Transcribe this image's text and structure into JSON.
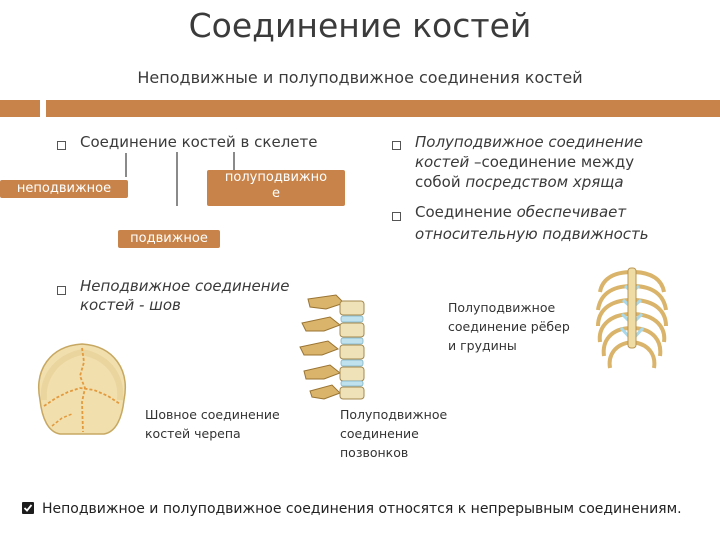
{
  "slide": {
    "title": "Соединение костей",
    "subtitle": "Неподвижные и полуподвижное соединения костей",
    "accent_color": "#c7834a"
  },
  "left": {
    "bullet1": "Соединение костей в скелете",
    "types": {
      "fixed": "неподвижное",
      "semi_line1": "полуподвижно",
      "semi_line2": "е",
      "mobile": "подвижное"
    },
    "bullet2_line1": "Неподвижное соединение",
    "bullet2_line2": "костей - шов",
    "caption_skull_line1": "Шовное соединение",
    "caption_skull_line2": "костей черепа",
    "caption_spine_line1": "Полуподвижное",
    "caption_spine_line2": "соединение",
    "caption_spine_line3": "позвонков"
  },
  "right": {
    "bullet1_line1": "Полуподвижное соединение",
    "bullet1_line2a": "костей",
    "bullet1_line2b": " –соединение между",
    "bullet1_line3a": "собой ",
    "bullet1_line3b": "посредством хряща",
    "bullet2_line1a": "Соединение ",
    "bullet2_line1b": "обеспечивает",
    "bullet2_line2": "относительную подвижность",
    "caption_ribs_line1": "Полуподвижное",
    "caption_ribs_line2": "соединение рёбер",
    "caption_ribs_line3": "и грудины"
  },
  "footer": {
    "bullet_icon": "checkbox-icon",
    "text": "Неподвижное и полуподвижное соединения относятся к непрерывным соединениям."
  }
}
